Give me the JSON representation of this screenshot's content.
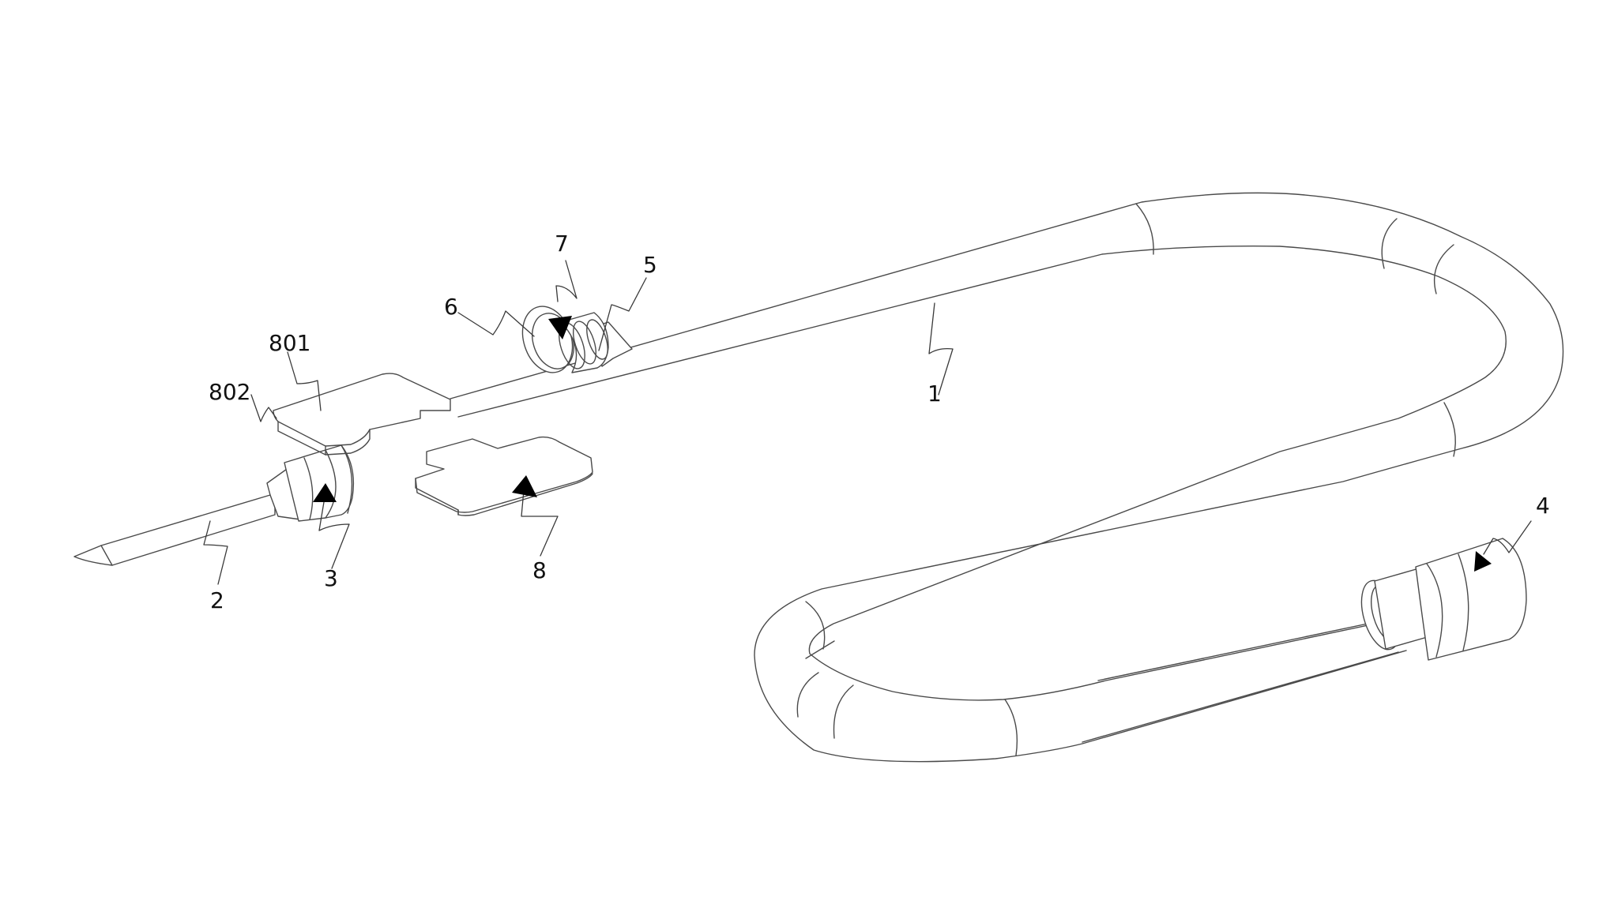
{
  "figure": {
    "reference_numerals": {
      "tube": "1",
      "needle": "2",
      "needle_hub": "3",
      "connector": "4",
      "side_port": "5",
      "port_flange": "6",
      "port_cap": "7",
      "wing_assembly": "8",
      "upper_wing": "801",
      "wing_edge": "802"
    },
    "line_color": "#4a4a4a",
    "arrow_color": "#000000",
    "background_color": "#ffffff"
  }
}
